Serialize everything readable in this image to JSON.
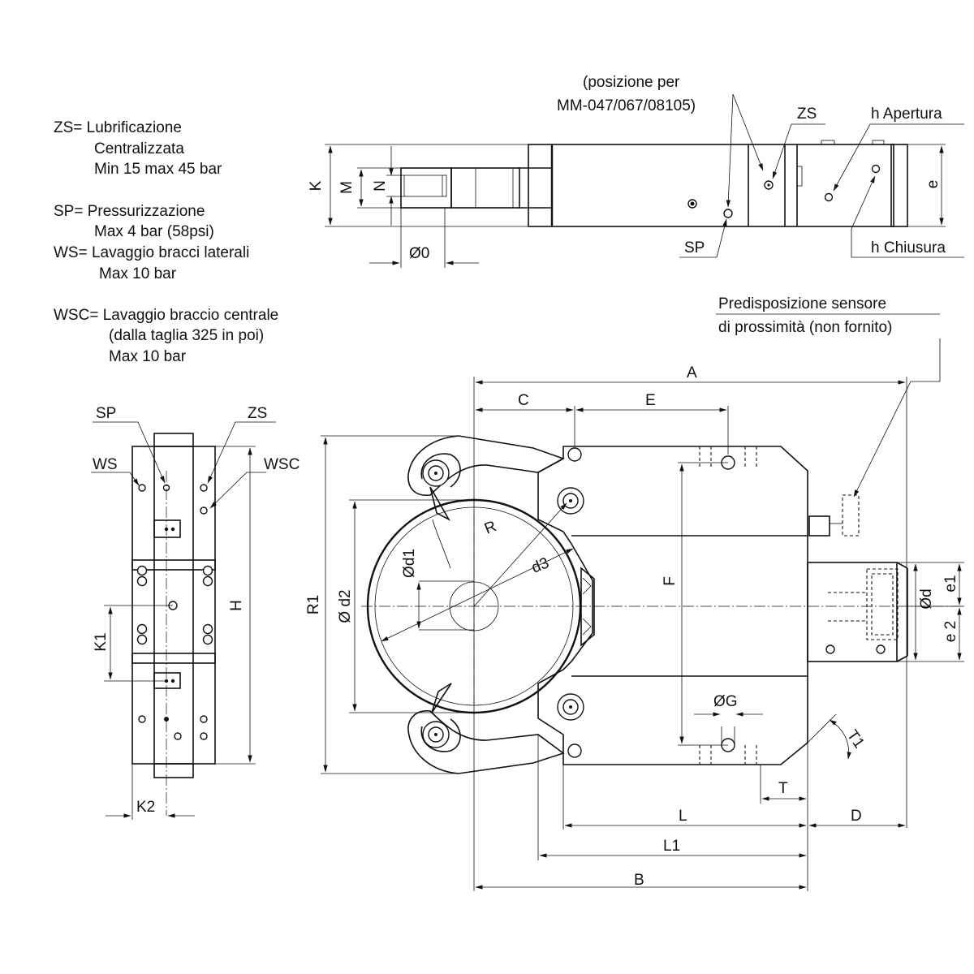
{
  "notes": {
    "zs_title": "ZS= Lubrificazione",
    "zs_line2": "Centralizzata",
    "zs_line3": "Min 15 max 45 bar",
    "sp_title": "SP= Pressurizzazione",
    "sp_line2": "Max 4 bar (58psi)",
    "ws_title": "WS= Lavaggio bracci laterali",
    "ws_line2": "Max 10 bar",
    "wsc_title": "WSC= Lavaggio braccio centrale",
    "wsc_line2": "(dalla taglia 325 in poi)",
    "wsc_line3": "Max 10 bar"
  },
  "top_view": {
    "position_note_1": "(posizione per",
    "position_note_2": "MM-047/067/08105)",
    "zs": "ZS",
    "sp": "SP",
    "h_apertura": "h Apertura",
    "h_chiusura": "h Chiusura",
    "dim_k": "K",
    "dim_m": "M",
    "dim_n": "N",
    "dim_o": "Ø0",
    "dim_e": "e"
  },
  "side_view": {
    "sp": "SP",
    "zs": "ZS",
    "ws": "WS",
    "wsc": "WSC",
    "dim_h": "H",
    "dim_k1": "K1",
    "dim_k2": "K2"
  },
  "main_view": {
    "sensor_note_1": "Predisposizione sensore",
    "sensor_note_2": "di prossimità (non fornito)",
    "dim_a": "A",
    "dim_b": "B",
    "dim_c": "C",
    "dim_e": "E",
    "dim_f": "F",
    "dim_r": "R",
    "dim_r1": "R1",
    "dim_d1": "Ød1",
    "dim_d2": "Ø d2",
    "dim_d3": "d3",
    "dim_g": "ØG",
    "dim_l": "L",
    "dim_l1": "L1",
    "dim_d": "D",
    "dim_t": "T",
    "dim_t1": "T1",
    "dim_od": "Ød",
    "dim_e1": "e1",
    "dim_e2": "e 2"
  }
}
